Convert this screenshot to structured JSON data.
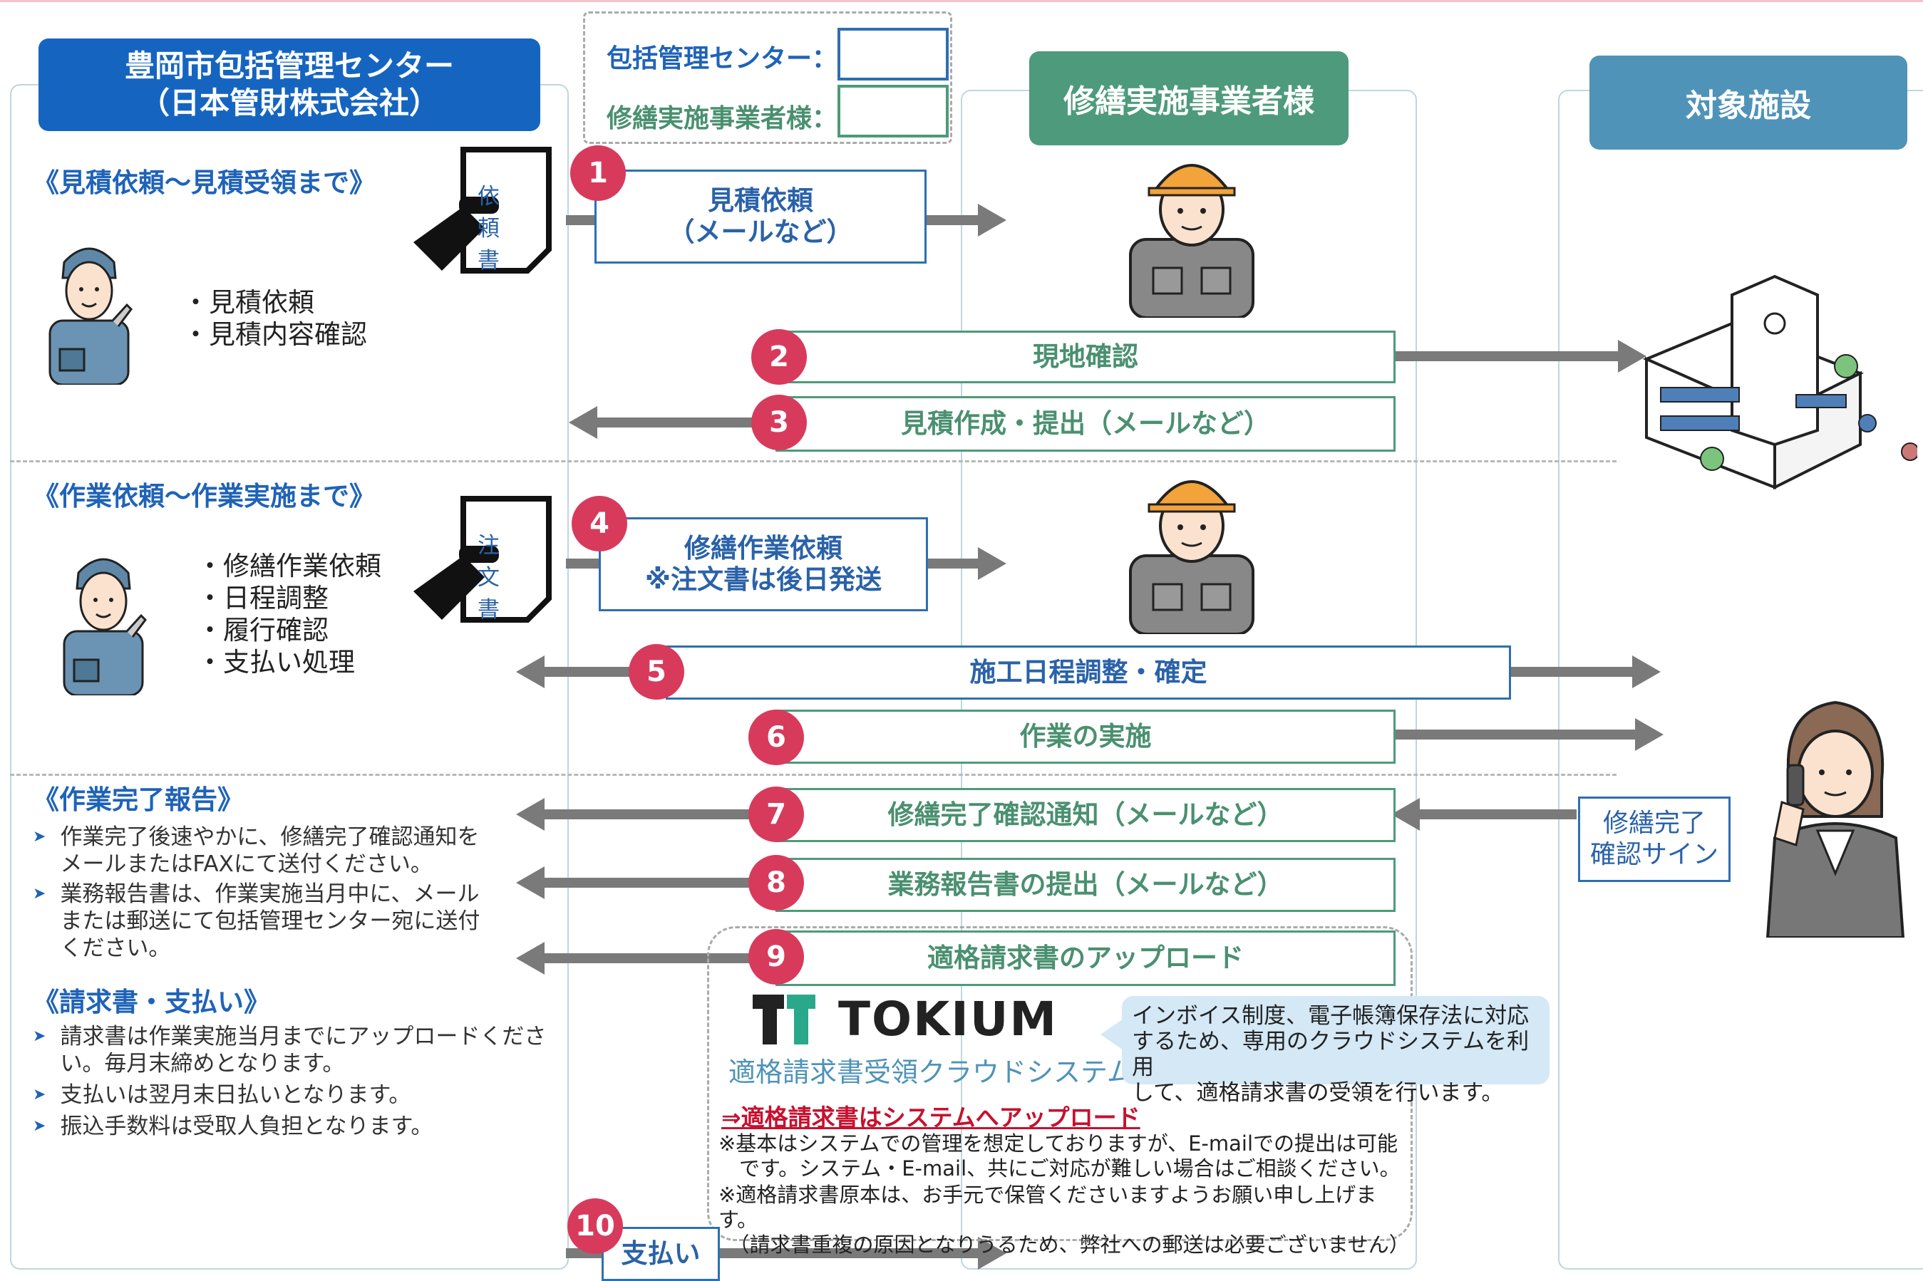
{
  "headers": {
    "center": {
      "line1": "豊岡市包括管理センター",
      "line2": "（日本管財株式会社）",
      "color": "#1565c0"
    },
    "contractor": {
      "label": "修繕実施事業者様",
      "color": "#4e9a7c"
    },
    "facility": {
      "label": "対象施設",
      "color": "#4f93b8"
    }
  },
  "legend": {
    "center_label": "包括管理センター：",
    "contractor_label": "修繕実施事業者様："
  },
  "sections": {
    "estimate": "《見積依頼～見積受領まで》",
    "work": "《作業依頼～作業実施まで》",
    "report": "《作業完了報告》",
    "invoice": "《請求書・支払い》"
  },
  "estimate_bullets": [
    "・見積依頼",
    "・見積内容確認"
  ],
  "work_bullets": [
    "・修繕作業依頼",
    "・日程調整",
    "・履行確認",
    "・支払い処理"
  ],
  "docs": {
    "request": "依頼書",
    "order": "注文書"
  },
  "steps": [
    {
      "num": "1",
      "line1": "見積依頼",
      "line2": "（メールなど）"
    },
    {
      "num": "2",
      "line1": "現地確認"
    },
    {
      "num": "3",
      "line1": "見積作成・提出（メールなど）"
    },
    {
      "num": "4",
      "line1": "修繕作業依頼",
      "line2": "※注文書は後日発送"
    },
    {
      "num": "5",
      "line1": "施工日程調整・確定"
    },
    {
      "num": "6",
      "line1": "作業の実施"
    },
    {
      "num": "7",
      "line1": "修繕完了確認通知（メールなど）"
    },
    {
      "num": "8",
      "line1": "業務報告書の提出（メールなど）"
    },
    {
      "num": "9",
      "line1": "適格請求書のアップロード"
    },
    {
      "num": "10",
      "line1": "支払い"
    }
  ],
  "confirm_sign": {
    "line1": "修繕完了",
    "line2": "確認サイン"
  },
  "report_notes": [
    {
      "text": "作業完了後速やかに、修繕完了確認通知を\nメールまたはFAXにて送付ください。"
    },
    {
      "text": "業務報告書は、作業実施当月中に、メール\nまたは郵送にて包括管理センター宛に送付\nください。"
    }
  ],
  "invoice_notes": [
    {
      "text": "請求書は作業実施当月までにアップロードくださ\nい。毎月末締めとなります。"
    },
    {
      "text": "支払いは翌月末日払いとなります。"
    },
    {
      "text": "振込手数料は受取人負担となります。"
    }
  ],
  "tokium": {
    "logo_text": "TOKIUM",
    "subtitle": "適格請求書受領クラウドシステム",
    "callout": "インボイス制度、電子帳簿保存法に対応\nするため、専用のクラウドシステムを利用\nして、適格請求書の受領を行います。",
    "upload_link": "⇒適格請求書はシステムへアップロード",
    "note1": "※基本はシステムでの管理を想定しておりますが、E-mailでの提出は可能\n　です。システム・E-mail、共にご対応が難しい場合はご相談ください。",
    "note2": "※適格請求書原本は、お手元で保管くださいますようお願い申し上げます。\n　（請求書重複の原因となりうるため、弊社への郵送は必要ございません）"
  },
  "icons": [
    "worker-icon",
    "contractor-helmet-icon",
    "school-building-icon",
    "facility-staff-icon",
    "document-hand-icon"
  ]
}
